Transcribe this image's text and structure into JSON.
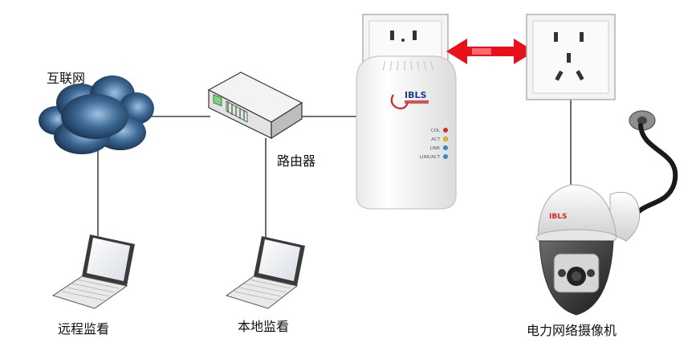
{
  "labels": {
    "internet": "互联网",
    "router": "路由器",
    "remote_view": "远程监看",
    "local_view": "本地监看",
    "powerline_camera": "电力网络摄像机"
  },
  "adapter": {
    "brand": "IBLS",
    "leds": [
      {
        "label": "COL",
        "color": "#e02020"
      },
      {
        "label": "ACT",
        "color": "#f0c000"
      },
      {
        "label": "LINK",
        "color": "#2a8fd6"
      },
      {
        "label": "LINK/ACT",
        "color": "#2a8fd6"
      }
    ]
  },
  "colors": {
    "wire": "#1a1a1a",
    "arrow": "#e8111a",
    "cloud_dark": "#1e3f63",
    "cloud_light": "#8fb4d6"
  }
}
